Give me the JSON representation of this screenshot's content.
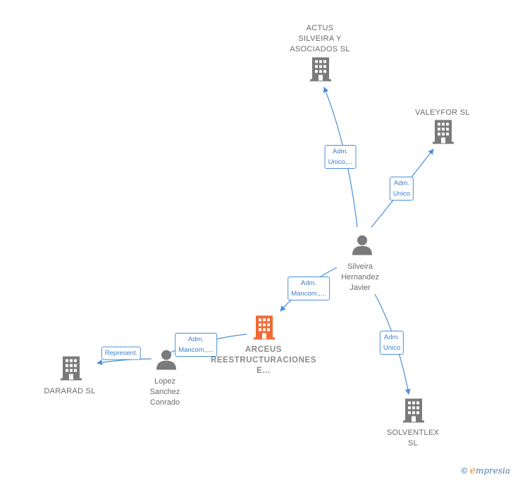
{
  "colors": {
    "edge": "#4a90d9",
    "building": "#7a7a7a",
    "focus": "#f06a35",
    "person": "#7a7a7a"
  },
  "nodes": {
    "actus": {
      "label": "ACTUS\nSILVEIRA Y\nASOCIADOS SL",
      "icon": "building-icon"
    },
    "valeyfor": {
      "label": "VALEYFOR SL",
      "icon": "building-icon"
    },
    "silveira": {
      "label": "Silveira\nHernandez\nJavier",
      "icon": "person-icon"
    },
    "arceus": {
      "label": "ARCEUS\nREESTRUCTURACIONES\nE...",
      "icon": "building-icon"
    },
    "lopez": {
      "label": "Lopez\nSanchez\nConrado",
      "icon": "person-icon"
    },
    "dararad": {
      "label": "DARARAD  SL",
      "icon": "building-icon"
    },
    "solventlex": {
      "label": "SOLVENTLEX\nSL",
      "icon": "building-icon"
    }
  },
  "edges": {
    "silveira_actus": "Adm.\nUnico,...",
    "silveira_valeyfor": "Adm.\nUnico",
    "silveira_arceus": "Adm.\nMancom.,...",
    "silveira_solventlex": "Adm.\nUnico",
    "lopez_arceus": "Adm.\nMancom.,...",
    "lopez_dararad": "Represent."
  },
  "watermark": {
    "symbol": "©",
    "brand_first": "e",
    "brand_rest": "mpresia"
  }
}
